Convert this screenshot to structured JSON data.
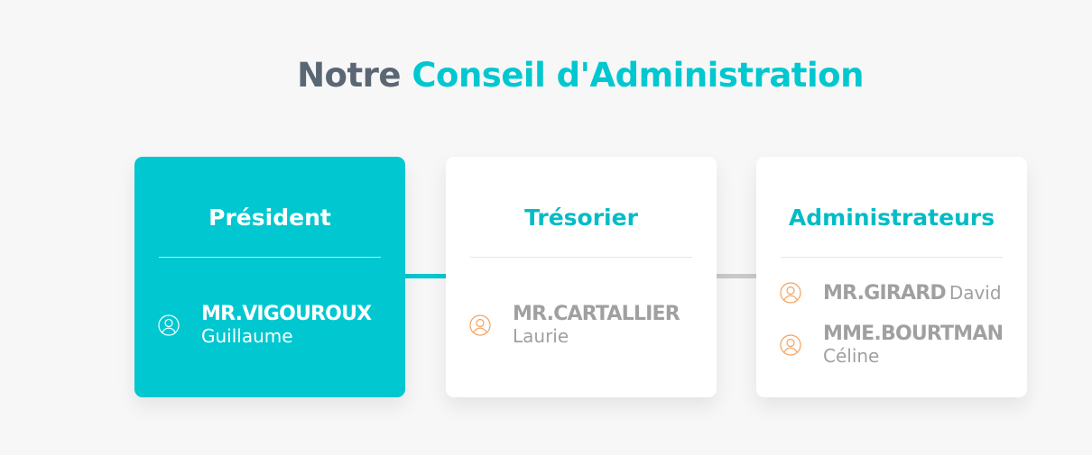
{
  "title": {
    "part1": "Notre",
    "part2": "Conseil d'Administration"
  },
  "colors": {
    "accent": "#00c7d0",
    "title_dark": "#5b6675",
    "icon_orange": "#f5a25d",
    "muted_text": "#a0a0a0",
    "background": "#f7f7f7"
  },
  "cards": [
    {
      "heading": "Président",
      "highlighted": true,
      "members": [
        {
          "surname": "MR.VIGOUROUX",
          "firstname": "Guillaume",
          "icon": "user-icon"
        }
      ]
    },
    {
      "heading": "Trésorier",
      "highlighted": false,
      "members": [
        {
          "surname": "MR.CARTALLIER",
          "firstname": "Laurie",
          "icon": "user-icon"
        }
      ]
    },
    {
      "heading": "Administrateurs",
      "highlighted": false,
      "members": [
        {
          "surname": "MR.GIRARD",
          "firstname": "David",
          "icon": "user-icon"
        },
        {
          "surname": "MME.BOURTMAN",
          "firstname": "Céline",
          "icon": "user-icon"
        }
      ]
    }
  ]
}
